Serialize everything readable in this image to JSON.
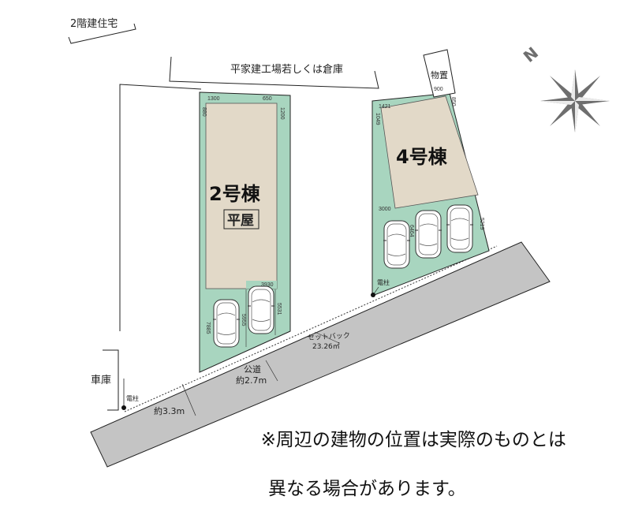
{
  "labels": {
    "neighbor_two_story": "2階建住宅",
    "neighbor_one_story": "平家建工場若しくは倉庫",
    "storage": "物置",
    "garage": "車庫",
    "utility_pole_a": "電柱",
    "utility_pole_b": "電柱"
  },
  "lots": {
    "lot2": {
      "name": "2号棟",
      "type": "平屋"
    },
    "lot4": {
      "name": "4号棟"
    }
  },
  "dimensions": {
    "lot2_top": "1300",
    "lot2_top_right": "650",
    "lot2_side_left": "880",
    "lot2_side_right": "1200",
    "lot2_parking_width": "3930",
    "lot2_parking_depth_a": "5531",
    "lot2_parking_depth_b": "5955",
    "lot2_parking_depth_c": "7885",
    "lot4_top": "1421",
    "lot4_side_left": "1049",
    "lot4_storage": "900",
    "lot4_side_right": "850",
    "lot4_parking_width": "3000",
    "lot4_parking_depth_a": "6464",
    "lot4_parking_depth_b": "5219"
  },
  "road": {
    "setback_label": "セットバック",
    "setback_area": "23.26㎡",
    "public_road_label": "公道",
    "public_road_width": "約2.7m",
    "road_width_total": "約3.3m"
  },
  "compass": {
    "north": "N"
  },
  "note": {
    "line1": "※周辺の建物の位置は実際のものとは",
    "line2": "異なる場合があります。"
  },
  "colors": {
    "lot_green": "#a8d5bf",
    "building_beige": "#e2d9c8",
    "road_gray": "#c4c4c4",
    "compass_gray": "#6e6e6e"
  }
}
